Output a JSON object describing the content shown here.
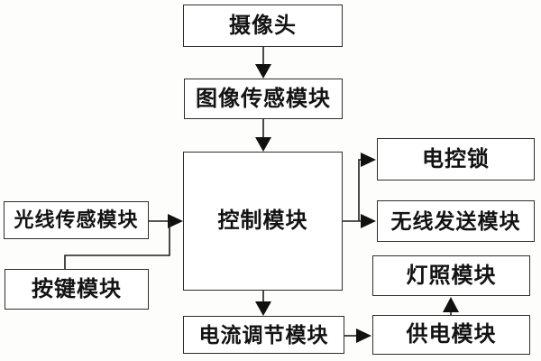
{
  "diagram": {
    "type": "block-diagram",
    "language": "zh-CN",
    "nodes": {
      "camera": {
        "label": "摄像头"
      },
      "image_sensor": {
        "label": "图像传感模块"
      },
      "control": {
        "label": "控制模块"
      },
      "light_sensor": {
        "label": "光线传感模块"
      },
      "button": {
        "label": "按键模块"
      },
      "electric_lock": {
        "label": "电控锁"
      },
      "wireless_transmit": {
        "label": "无线发送模块"
      },
      "lighting": {
        "label": "灯照模块"
      },
      "power_supply": {
        "label": "供电模块"
      },
      "current_regulator": {
        "label": "电流调节模块"
      }
    },
    "edges": [
      {
        "from": "camera",
        "to": "image_sensor"
      },
      {
        "from": "image_sensor",
        "to": "control"
      },
      {
        "from": "light_sensor",
        "to": "control"
      },
      {
        "from": "button",
        "to": "control"
      },
      {
        "from": "control",
        "to": "electric_lock"
      },
      {
        "from": "control",
        "to": "wireless_transmit"
      },
      {
        "from": "control",
        "to": "current_regulator"
      },
      {
        "from": "current_regulator",
        "to": "power_supply"
      },
      {
        "from": "power_supply",
        "to": "lighting"
      }
    ],
    "colors": {
      "background": "#fdfdfc",
      "box_fill": "#ffffff",
      "box_border": "#2e2e2e",
      "line": "#1e1e1e",
      "arrow_fill": "#111111",
      "text": "#131313"
    }
  }
}
